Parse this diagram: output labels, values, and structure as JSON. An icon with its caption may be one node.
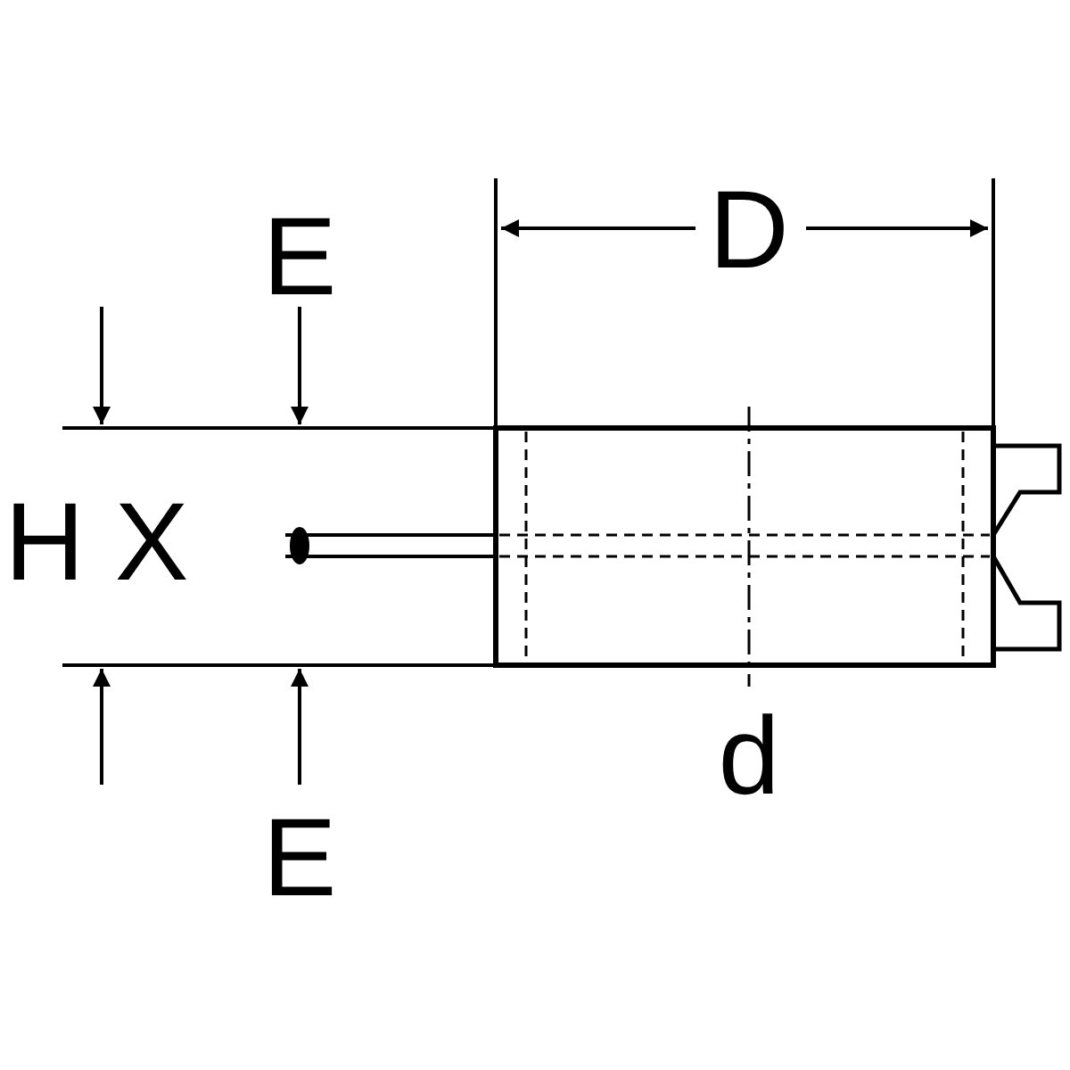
{
  "diagram": {
    "labels": [
      "D",
      "E",
      "H",
      "X",
      "d",
      "E"
    ]
  }
}
